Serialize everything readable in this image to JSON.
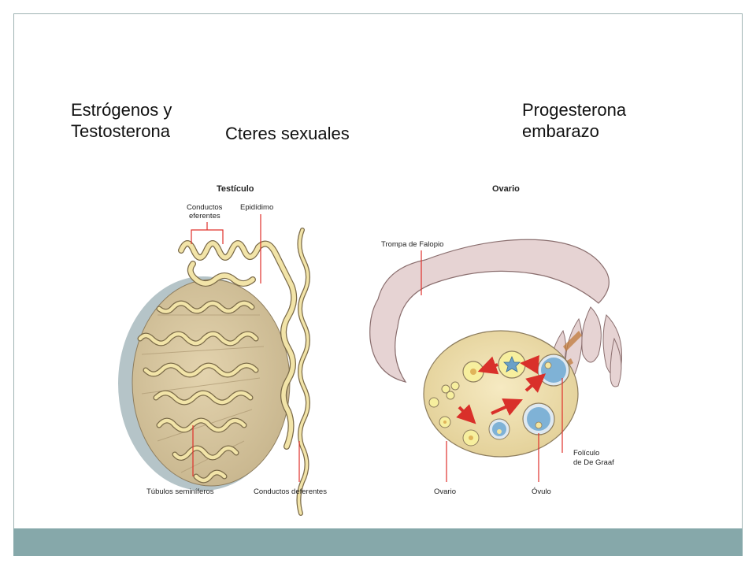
{
  "slide": {
    "text_left": "Estrógenos y\nTestosterona",
    "text_middle": "Cteres sexuales",
    "text_right": "Progesterona\nembarazo"
  },
  "testicle": {
    "title": "Testículo",
    "label_conductos_eferentes": "Conductos\neferentes",
    "label_epididimo": "Epidídimo",
    "label_tubulos": "Túbulos seminíferos",
    "label_deferentes": "Conductos deferentes"
  },
  "ovary": {
    "title": "Ovario",
    "label_trompa": "Trompa de Falopio",
    "label_ovario": "Ovario",
    "label_ovulo": "Óvulo",
    "label_foliculo": "Folículo\nde De Graaf"
  },
  "colors": {
    "leader_line": "#e0302a",
    "arrow": "#d9302a",
    "tubule_fill": "#f2e4a8",
    "testis_body": "#d9c7a0",
    "ovary_body": "#efe0b0",
    "tube_fill": "#e6d3d3",
    "footer": "#86a8aa"
  }
}
